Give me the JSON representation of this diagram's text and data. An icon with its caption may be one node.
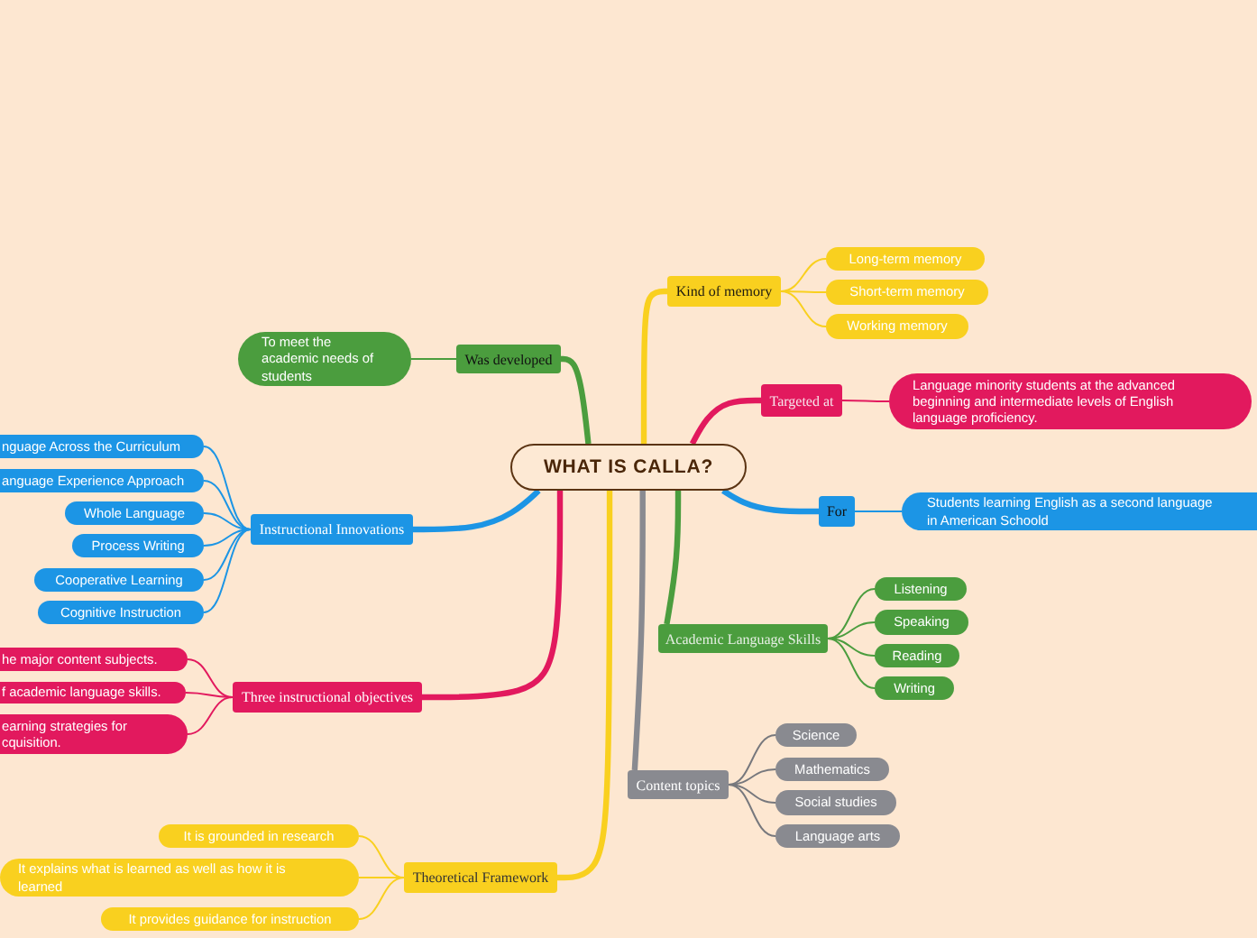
{
  "diagram": {
    "nodes": [
      {
        "text": [
          "WHAT IS CALLA?"
        ]
      },
      {
        "text": [
          "Kind of memory"
        ]
      },
      {
        "text": [
          "Long-term memory"
        ]
      },
      {
        "text": [
          "Short-term memory"
        ]
      },
      {
        "text": [
          "Working memory"
        ]
      },
      {
        "text": [
          "Was developed"
        ]
      },
      {
        "text": [
          "To meet the academic needs of students"
        ]
      },
      {
        "text": [
          "Targeted at"
        ]
      },
      {
        "text": [
          "Language minority students at the advanced beginning and intermediate levels of English language proficiency."
        ]
      },
      {
        "text": [
          "Instructional Innovations"
        ]
      },
      {
        "text": [
          "nguage Across the Curriculum"
        ]
      },
      {
        "text": [
          "anguage Experience Approach"
        ]
      },
      {
        "text": [
          "Whole Language"
        ]
      },
      {
        "text": [
          "Process Writing"
        ]
      },
      {
        "text": [
          "Cooperative Learning"
        ]
      },
      {
        "text": [
          "Cognitive Instruction"
        ]
      },
      {
        "text": [
          "For"
        ]
      },
      {
        "text": [
          "Students learning English as a second language in American Schoold"
        ]
      },
      {
        "text": [
          "Academic Language Skills"
        ]
      },
      {
        "text": [
          "Listening"
        ]
      },
      {
        "text": [
          "Speaking"
        ]
      },
      {
        "text": [
          "Reading"
        ]
      },
      {
        "text": [
          "Writing"
        ]
      },
      {
        "text": [
          "Three instructional objectives"
        ]
      },
      {
        "text": [
          "he major content subjects."
        ]
      },
      {
        "text": [
          "f academic language skills."
        ]
      },
      {
        "text": [
          "earning strategies for cquisition."
        ]
      },
      {
        "text": [
          "Content topics"
        ]
      },
      {
        "text": [
          "Science"
        ]
      },
      {
        "text": [
          "Mathematics"
        ]
      },
      {
        "text": [
          "Social studies"
        ]
      },
      {
        "text": [
          "Language arts"
        ]
      },
      {
        "text": [
          "Theoretical Framework"
        ]
      },
      {
        "text": [
          "It is grounded in research"
        ]
      },
      {
        "text": [
          "It explains what is learned as well as how it is learned"
        ]
      },
      {
        "text": [
          "It provides guidance for instruction"
        ]
      }
    ],
    "edges": [
      {
        "from": 0,
        "to": 1,
        "arrow": "none",
        "style": "thick",
        "color": "#f9d01f"
      },
      {
        "from": 1,
        "to": 2,
        "arrow": "none",
        "color": "#f9d01f"
      },
      {
        "from": 1,
        "to": 3,
        "arrow": "none",
        "color": "#f9d01f"
      },
      {
        "from": 1,
        "to": 4,
        "arrow": "none",
        "color": "#f9d01f"
      },
      {
        "from": 0,
        "to": 5,
        "arrow": "none",
        "style": "thick",
        "color": "#4b9d3e"
      },
      {
        "from": 5,
        "to": 6,
        "arrow": "none",
        "color": "#4b9d3e"
      },
      {
        "from": 0,
        "to": 7,
        "arrow": "none",
        "style": "thick",
        "color": "#e2195e"
      },
      {
        "from": 7,
        "to": 8,
        "arrow": "none",
        "color": "#e2195e"
      },
      {
        "from": 0,
        "to": 9,
        "arrow": "none",
        "style": "thick",
        "color": "#1c95e5"
      },
      {
        "from": 9,
        "to": 10,
        "arrow": "none",
        "color": "#1c95e5"
      },
      {
        "from": 9,
        "to": 11,
        "arrow": "none",
        "color": "#1c95e5"
      },
      {
        "from": 9,
        "to": 12,
        "arrow": "none",
        "color": "#1c95e5"
      },
      {
        "from": 9,
        "to": 13,
        "arrow": "none",
        "color": "#1c95e5"
      },
      {
        "from": 9,
        "to": 14,
        "arrow": "none",
        "color": "#1c95e5"
      },
      {
        "from": 9,
        "to": 15,
        "arrow": "none",
        "color": "#1c95e5"
      },
      {
        "from": 0,
        "to": 16,
        "arrow": "none",
        "style": "thick",
        "color": "#1c95e5"
      },
      {
        "from": 16,
        "to": 17,
        "arrow": "none",
        "color": "#1c95e5"
      },
      {
        "from": 0,
        "to": 18,
        "arrow": "none",
        "style": "thick",
        "color": "#4b9d3e"
      },
      {
        "from": 18,
        "to": 19,
        "arrow": "none",
        "color": "#4b9d3e"
      },
      {
        "from": 18,
        "to": 20,
        "arrow": "none",
        "color": "#4b9d3e"
      },
      {
        "from": 18,
        "to": 21,
        "arrow": "none",
        "color": "#4b9d3e"
      },
      {
        "from": 18,
        "to": 22,
        "arrow": "none",
        "color": "#4b9d3e"
      },
      {
        "from": 0,
        "to": 23,
        "arrow": "none",
        "style": "thick",
        "color": "#e2195e"
      },
      {
        "from": 23,
        "to": 24,
        "arrow": "none",
        "color": "#e2195e"
      },
      {
        "from": 23,
        "to": 25,
        "arrow": "none",
        "color": "#e2195e"
      },
      {
        "from": 23,
        "to": 26,
        "arrow": "none",
        "color": "#e2195e"
      },
      {
        "from": 0,
        "to": 27,
        "arrow": "none",
        "style": "thick",
        "color": "#898a90"
      },
      {
        "from": 27,
        "to": 28,
        "arrow": "none",
        "color": "#77787d"
      },
      {
        "from": 27,
        "to": 29,
        "arrow": "none",
        "color": "#77787d"
      },
      {
        "from": 27,
        "to": 30,
        "arrow": "none",
        "color": "#77787d"
      },
      {
        "from": 27,
        "to": 31,
        "arrow": "none",
        "color": "#77787d"
      },
      {
        "from": 0,
        "to": 32,
        "arrow": "none",
        "style": "thick",
        "color": "#f9d01f"
      },
      {
        "from": 32,
        "to": 33,
        "arrow": "none",
        "color": "#f9d01f"
      },
      {
        "from": 32,
        "to": 34,
        "arrow": "none",
        "color": "#f9d01f"
      },
      {
        "from": 32,
        "to": 35,
        "arrow": "none",
        "color": "#f9d01f"
      }
    ]
  }
}
